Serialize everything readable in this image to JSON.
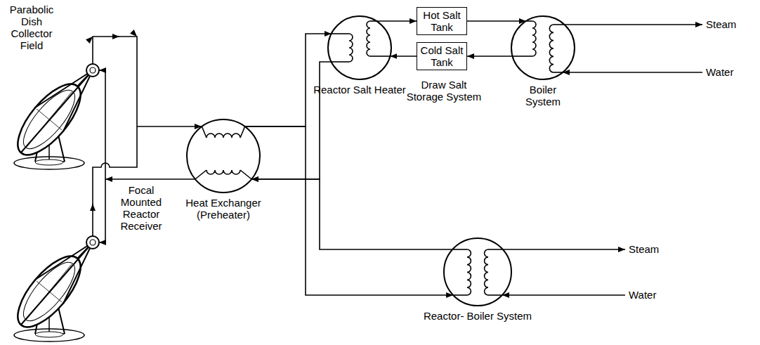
{
  "diagram": {
    "nodes": [
      {
        "text": [
          "Heat Exchanger (Preheater)"
        ]
      },
      {
        "text": [
          "Reactor Salt Heater"
        ]
      },
      {
        "text": [
          "Hot Salt Tank"
        ]
      },
      {
        "text": [
          "Cold Salt Tank"
        ]
      },
      {
        "text": [
          "Boiler System"
        ]
      },
      {
        "text": [
          "Reactor- Boiler System"
        ]
      }
    ],
    "edges": [
      {
        "from": 0,
        "to": 1,
        "arrow": "to"
      },
      {
        "from": 0,
        "to": 5,
        "arrow": "to"
      },
      {
        "from": 1,
        "to": 0,
        "arrow": "to"
      },
      {
        "from": 5,
        "to": 0,
        "arrow": "to"
      },
      {
        "from": 1,
        "to": 2,
        "arrow": "to"
      },
      {
        "from": 2,
        "to": 4,
        "arrow": "to"
      },
      {
        "from": 4,
        "to": 3,
        "arrow": "to"
      },
      {
        "from": 3,
        "to": 1,
        "arrow": "to"
      }
    ],
    "labels": [
      "Parabolic Dish Collector Field",
      "Focal Mounted Reactor Receiver",
      "Draw Salt Storage System",
      "Steam",
      "Water",
      "Steam",
      "Water"
    ]
  }
}
